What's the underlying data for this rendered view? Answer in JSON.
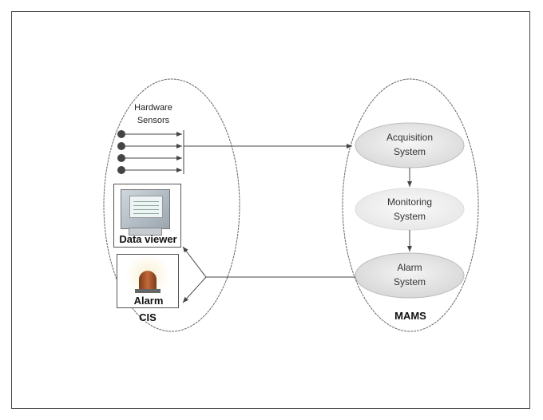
{
  "diagram": {
    "cis": {
      "hardware_label_line1": "Hardware",
      "hardware_label_line2": "Sensors",
      "data_viewer_label": "Data viewer",
      "alarm_label": "Alarm",
      "group_label": "CIS"
    },
    "mams": {
      "acquisition_line1": "Acquisition",
      "acquisition_line2": "System",
      "monitoring_line1": "Monitoring",
      "monitoring_line2": "System",
      "alarm_line1": "Alarm",
      "alarm_line2": "System",
      "group_label": "MAMS"
    },
    "sensor_count": 4,
    "icons": [
      "data-viewer-monitor-icon",
      "alarm-light-icon"
    ],
    "colors": {
      "ellipse_fill_acquisition": "#e8e8e8",
      "ellipse_fill_monitoring": "#f2f2f2",
      "ellipse_fill_alarm": "#e6e6e6",
      "line": "#444444",
      "sensor_dot": "#444444"
    }
  }
}
